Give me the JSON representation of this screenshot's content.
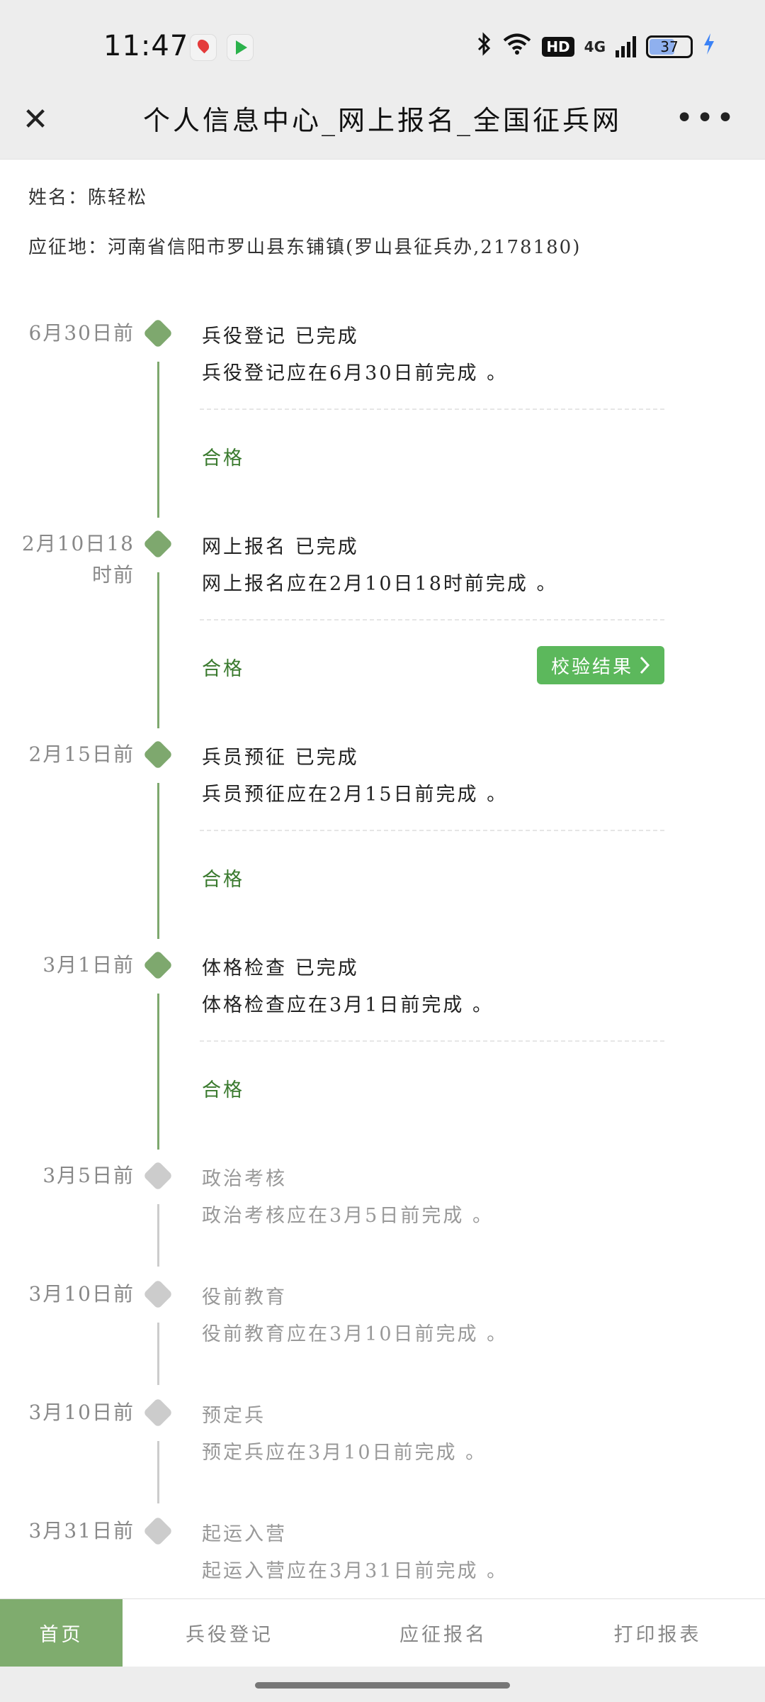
{
  "status_bar": {
    "time": "11:47",
    "battery": "37",
    "network": "4G",
    "hd": "HD",
    "icons": [
      "bluetooth-icon",
      "wifi-icon",
      "hd-icon",
      "signal-icon",
      "battery-icon",
      "charging-icon"
    ]
  },
  "nav": {
    "title": "个人信息中心_网上报名_全国征兵网",
    "close_glyph": "✕",
    "more_glyph": "•••"
  },
  "info": {
    "name": "姓名：陈轻松",
    "place": "应征地：河南省信阳市罗山县东铺镇(罗山县征兵办,2178180)"
  },
  "timeline": [
    {
      "date": "6月30日前",
      "title": "兵役登记 已完成",
      "desc": "兵役登记应在6月30日前完成 。",
      "result": "合格",
      "status": "done"
    },
    {
      "date": "2月10日18时前",
      "date_lines": [
        "2月10日18",
        "时前"
      ],
      "title": "网上报名 已完成",
      "desc": "网上报名应在2月10日18时前完成 。",
      "result": "合格",
      "button": "校验结果",
      "status": "done"
    },
    {
      "date": "2月15日前",
      "title": "兵员预征 已完成",
      "desc": "兵员预征应在2月15日前完成 。",
      "result": "合格",
      "status": "done"
    },
    {
      "date": "3月1日前",
      "title": "体格检查 已完成",
      "desc": "体格检查应在3月1日前完成 。",
      "result": "合格",
      "status": "done"
    },
    {
      "date": "3月5日前",
      "title": "政治考核",
      "desc": "政治考核应在3月5日前完成 。",
      "status": "pending"
    },
    {
      "date": "3月10日前",
      "title": "役前教育",
      "desc": "役前教育应在3月10日前完成 。",
      "status": "pending"
    },
    {
      "date": "3月10日前",
      "title": "预定兵",
      "desc": "预定兵应在3月10日前完成 。",
      "status": "pending"
    },
    {
      "date": "3月31日前",
      "title": "起运入营",
      "desc": "起运入营应在3月31日前完成 。",
      "status": "pending"
    }
  ],
  "tabs": [
    {
      "label": "首页",
      "active": true
    },
    {
      "label": "兵役登记",
      "active": false
    },
    {
      "label": "应征报名",
      "active": false
    },
    {
      "label": "打印报表",
      "active": false
    }
  ],
  "colors": {
    "accent": "#7fac6e",
    "button": "#5cb85c",
    "result": "#3a7a2e",
    "pending": "#cccccc"
  }
}
